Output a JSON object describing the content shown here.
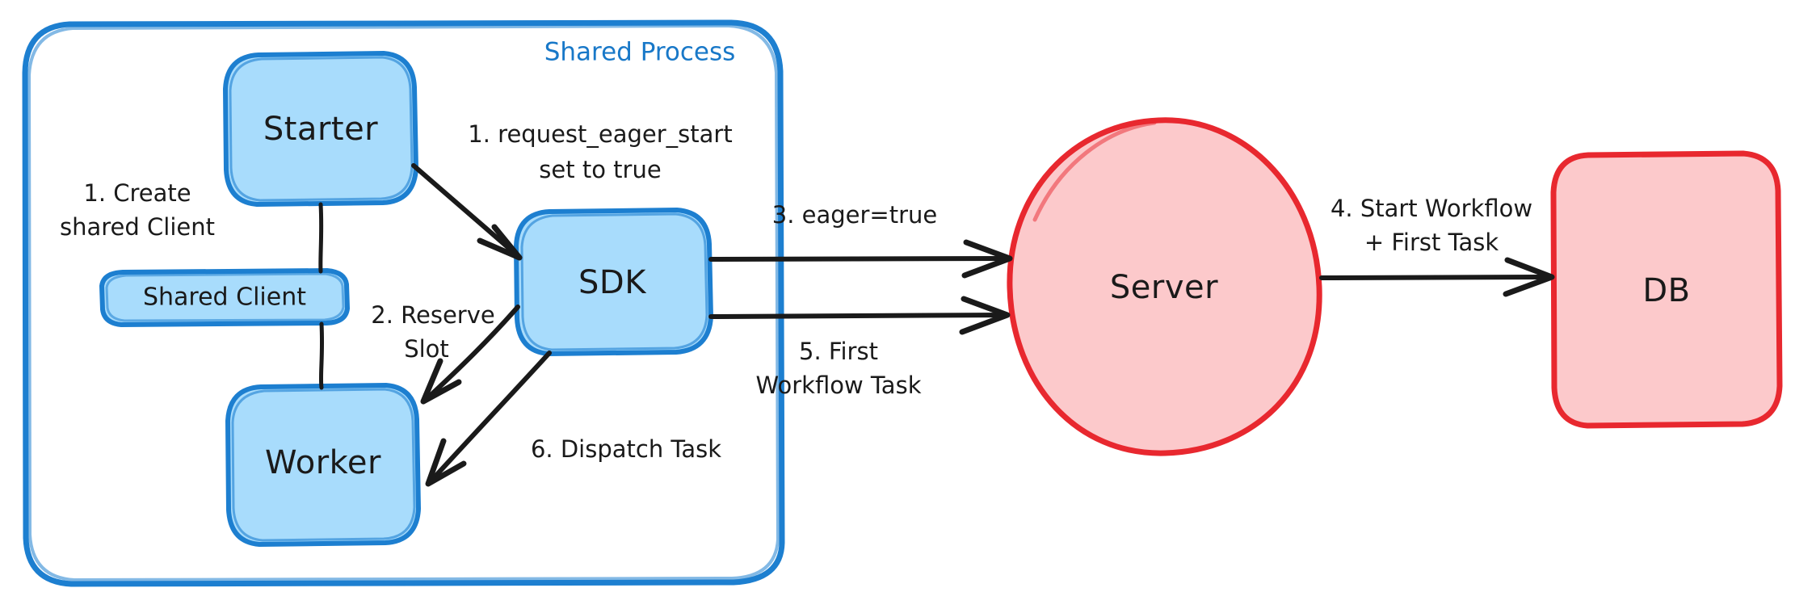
{
  "diagram": {
    "title": "Eager Workflow Start sequence",
    "colors": {
      "blue_fill": "#a8dcfc",
      "blue_stroke": "#1d7fd0",
      "pink_fill": "#fcc9cb",
      "red_stroke": "#e8282f",
      "edge": "#1a1a1a",
      "group_title": "#1878c8"
    },
    "group": {
      "label": "Shared Process"
    },
    "nodes": {
      "starter": {
        "label": "Starter"
      },
      "shared_client": {
        "label": "Shared Client"
      },
      "worker": {
        "label": "Worker"
      },
      "sdk": {
        "label": "SDK"
      },
      "server": {
        "label": "Server"
      },
      "db": {
        "label": "DB"
      }
    },
    "edges": [
      {
        "id": "create-shared-client",
        "label_lines": [
          "1. Create",
          "shared Client"
        ],
        "from": "starter",
        "to": "worker"
      },
      {
        "id": "request-eager-start",
        "label_lines": [
          "1. request_eager_start",
          "set to true"
        ],
        "from": "starter",
        "to": "sdk"
      },
      {
        "id": "reserve-slot",
        "label_lines": [
          "2. Reserve",
          "Slot"
        ],
        "from": "sdk",
        "to": "worker"
      },
      {
        "id": "eager-true",
        "label_lines": [
          "3. eager=true"
        ],
        "from": "sdk",
        "to": "server"
      },
      {
        "id": "start-workflow-first-task",
        "label_lines": [
          "4. Start Workflow",
          "+ First Task"
        ],
        "from": "server",
        "to": "db"
      },
      {
        "id": "first-workflow-task",
        "label_lines": [
          "5. First",
          "Workflow Task"
        ],
        "from": "server",
        "to": "sdk"
      },
      {
        "id": "dispatch-task",
        "label_lines": [
          "6. Dispatch Task"
        ],
        "from": "sdk",
        "to": "worker"
      }
    ]
  }
}
